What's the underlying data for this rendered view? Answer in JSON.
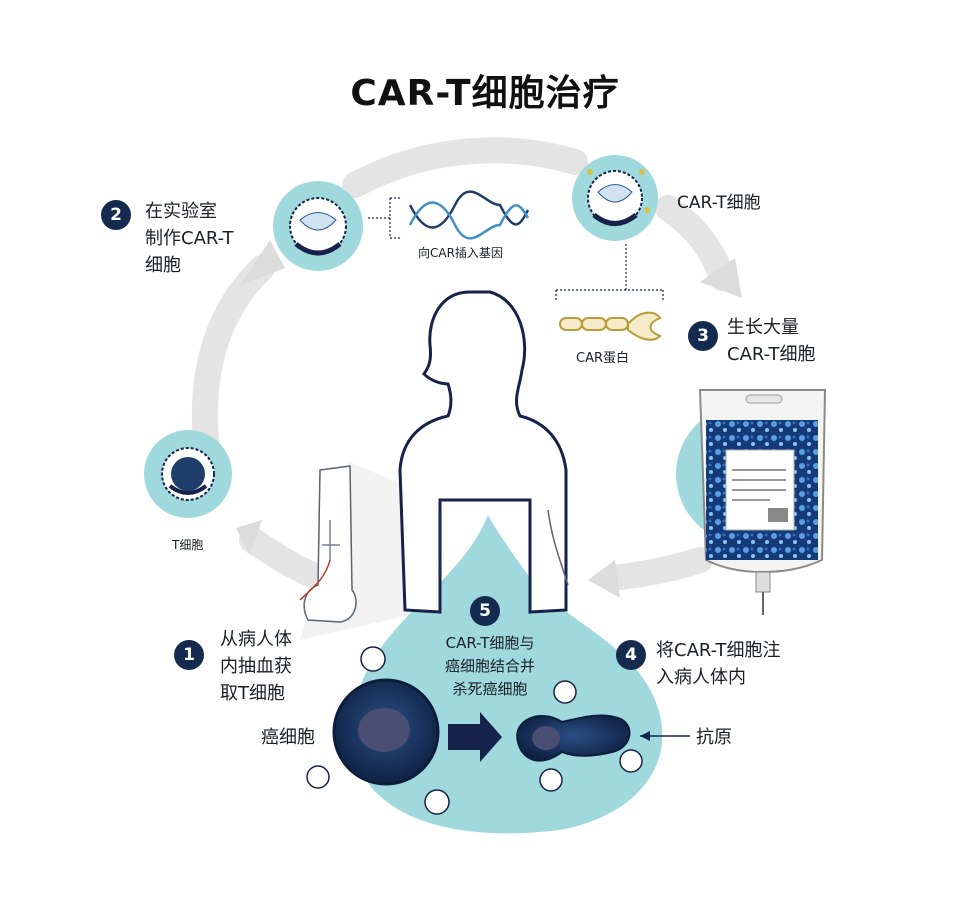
{
  "title": "CAR-T细胞治疗",
  "steps": [
    {
      "number": "1",
      "text": [
        "从病人体",
        "内抽血获",
        "取T细胞"
      ]
    },
    {
      "number": "2",
      "text": [
        "在实验室",
        "制作CAR-T",
        "细胞"
      ]
    },
    {
      "number": "3",
      "text": [
        "生长大量",
        "CAR-T细胞"
      ]
    },
    {
      "number": "4",
      "text": [
        "将CAR-T细胞注",
        "入病人体内"
      ]
    },
    {
      "number": "5",
      "text": [
        "CAR-T细胞与",
        "癌细胞结合并",
        "杀死癌细胞"
      ]
    }
  ],
  "labels": {
    "t_cell": "T细胞",
    "car_t_cell": "CAR-T细胞",
    "insert_gene": "向CAR插入基因",
    "car_protein": "CAR蛋白",
    "cancer_cell": "癌细胞",
    "antigen": "抗原"
  },
  "colors": {
    "accent_teal": "#9fd9de",
    "navy": "#142b4f",
    "cycle_gray": "#e6e6e6"
  }
}
